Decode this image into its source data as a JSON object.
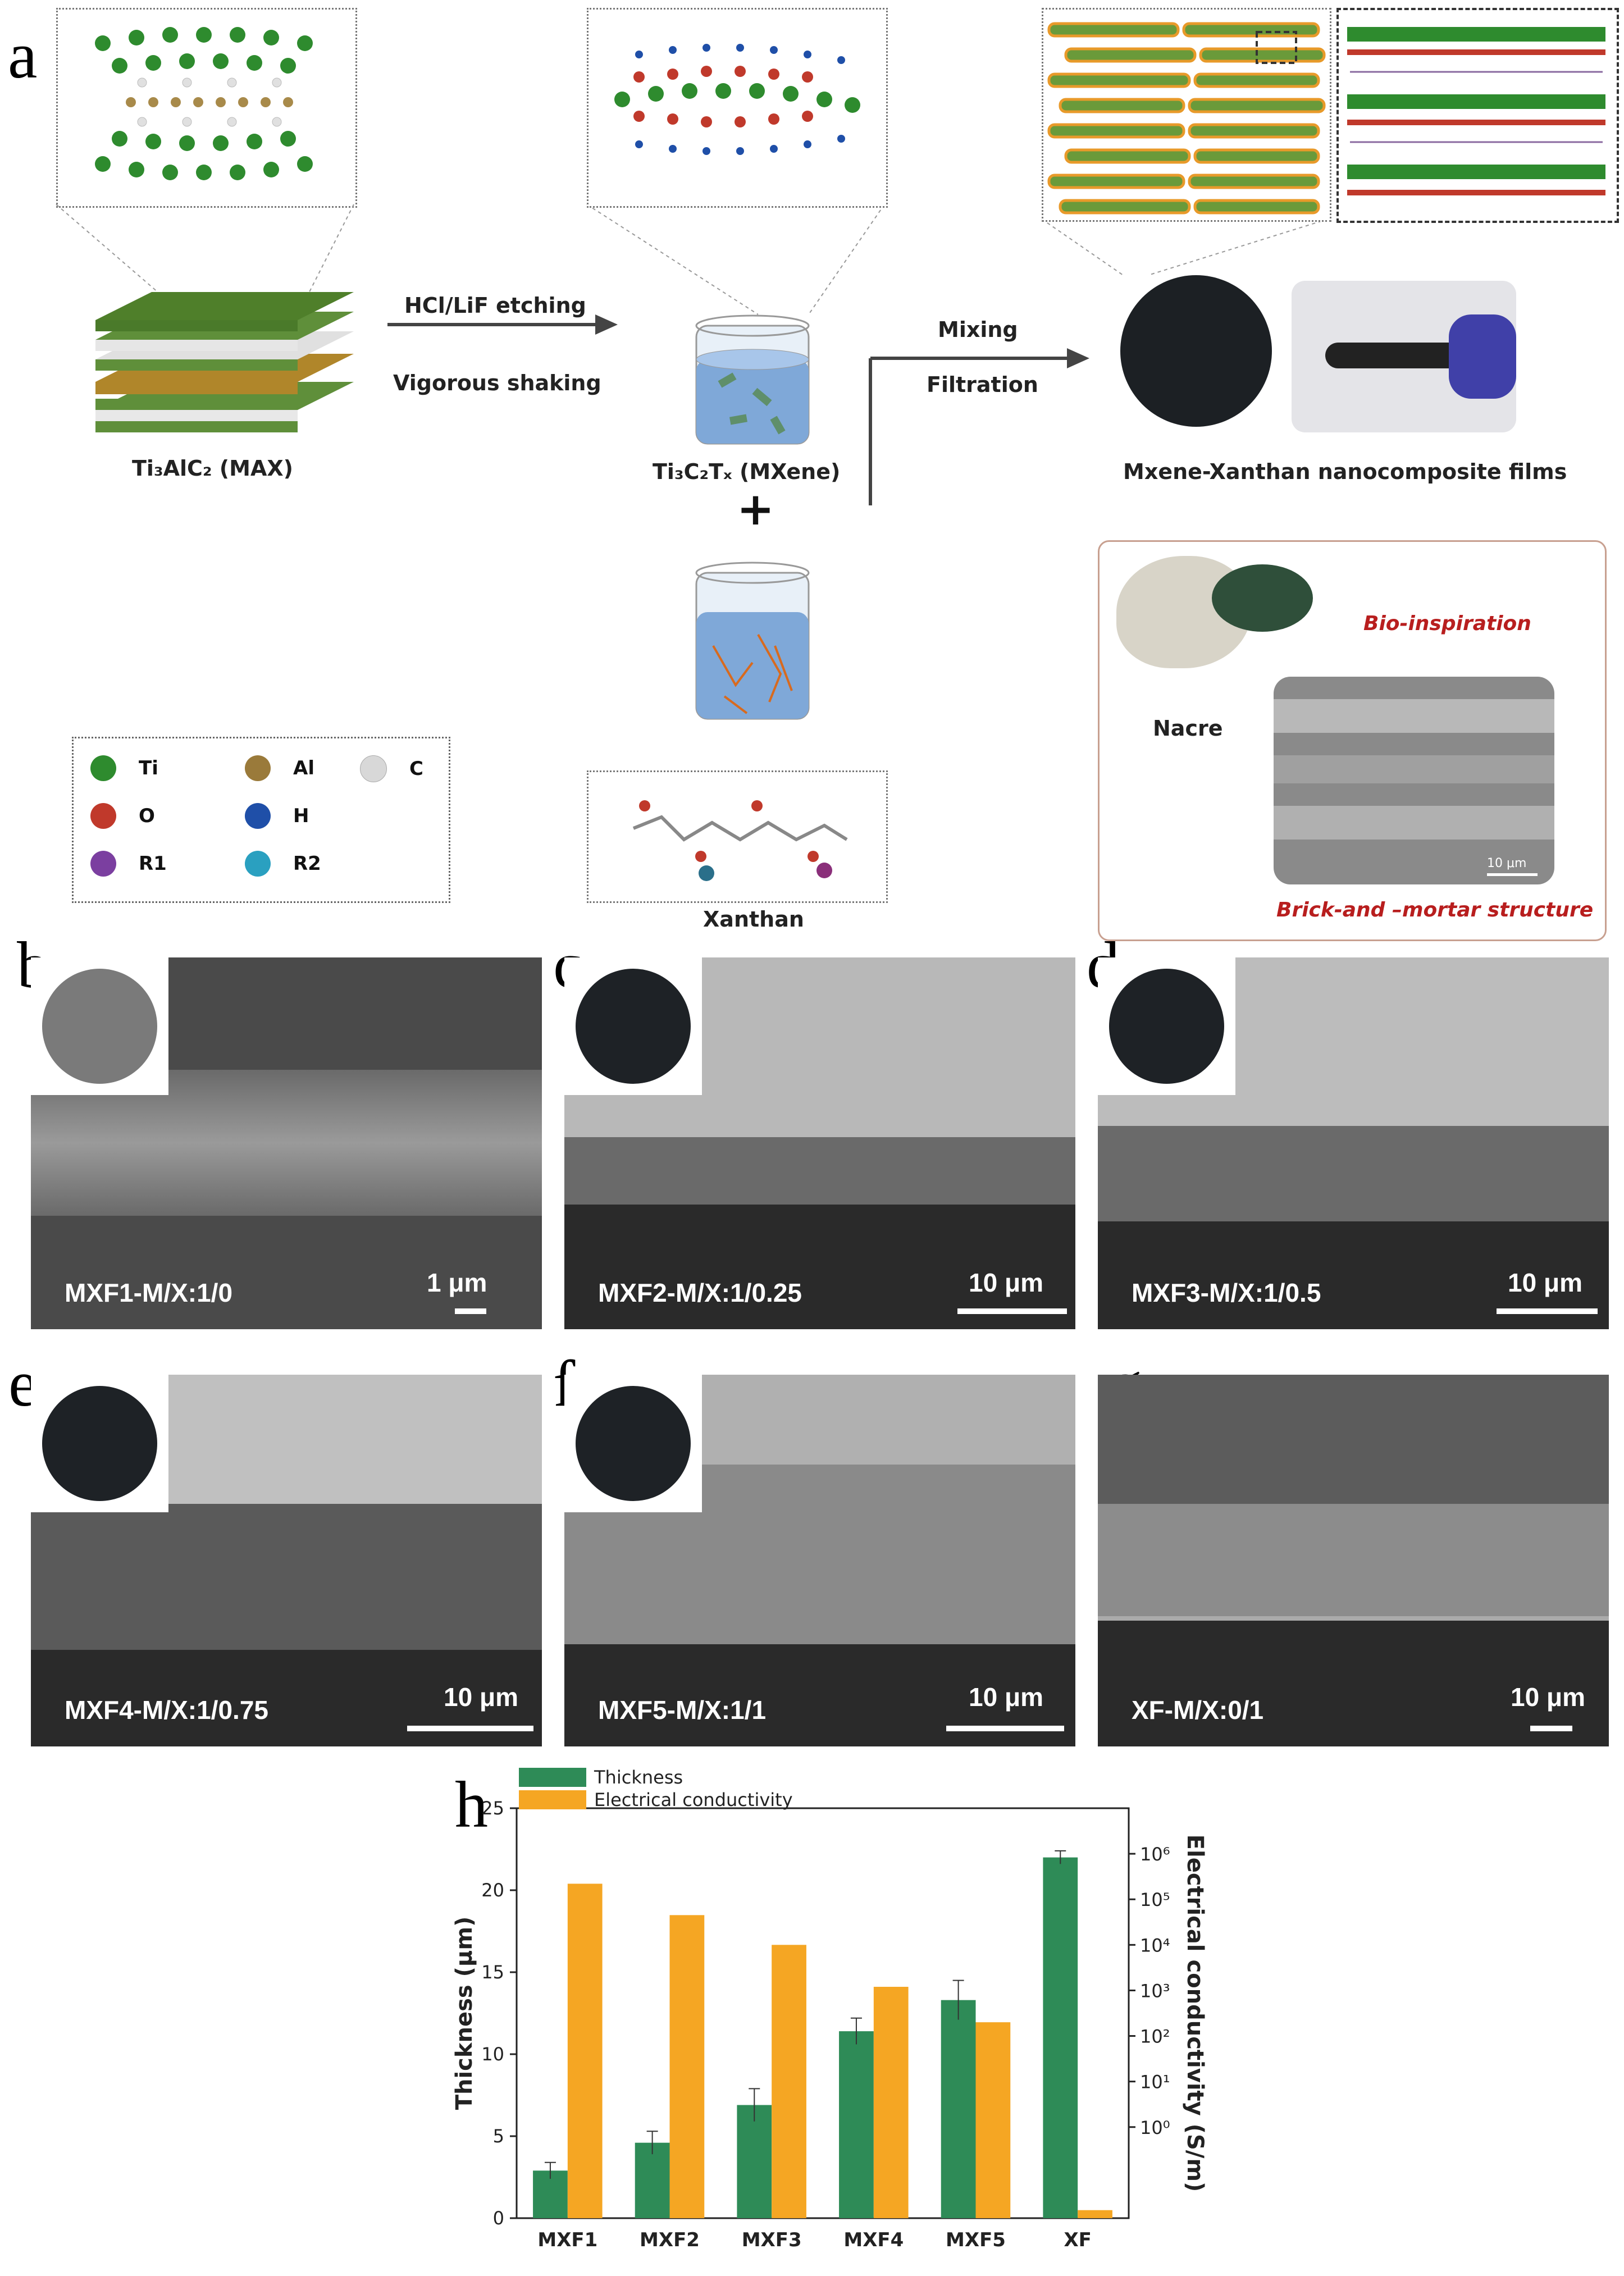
{
  "panel_labels": {
    "a": "a",
    "b": "b",
    "c": "c",
    "d": "d",
    "e": "e",
    "f": "f",
    "g": "g",
    "h": "h"
  },
  "panel_a": {
    "max_label": "Ti₃AlC₂ (MAX)",
    "step1_top": "HCl/LiF etching",
    "step1_bottom": "Vigorous shaking",
    "mxene_label": "Ti₃C₂Tₓ (MXene)",
    "plus": "+",
    "xanthan_label": "Xanthan",
    "step2_top": "Mixing",
    "step2_bottom": "Filtration",
    "film_label": "Mxene-Xanthan nanocomposite films",
    "nacre_label": "Nacre",
    "bio_label": "Bio-inspiration",
    "brick_label": "Brick-and –mortar structure",
    "nacre_scale": "10 μm",
    "legend": [
      {
        "symbol": "Ti",
        "color": "#2e8b2e"
      },
      {
        "symbol": "Al",
        "color": "#9a7a3a"
      },
      {
        "symbol": "C",
        "color": "#d8d8d8"
      },
      {
        "symbol": "O",
        "color": "#c0392b"
      },
      {
        "symbol": "H",
        "color": "#1f4fa8"
      },
      {
        "symbol": "R1",
        "color": "#7b3fa0"
      },
      {
        "symbol": "R2",
        "color": "#2aa0c0"
      }
    ]
  },
  "sem_panels": [
    {
      "id": "b",
      "caption": "MXF1-M/X:1/0",
      "scale": "1 μm"
    },
    {
      "id": "c",
      "caption": "MXF2-M/X:1/0.25",
      "scale": "10 μm"
    },
    {
      "id": "d",
      "caption": "MXF3-M/X:1/0.5",
      "scale": "10 μm"
    },
    {
      "id": "e",
      "caption": "MXF4-M/X:1/0.75",
      "scale": "10 μm"
    },
    {
      "id": "f",
      "caption": "MXF5-M/X:1/1",
      "scale": "10 μm"
    },
    {
      "id": "g",
      "caption": "XF-M/X:0/1",
      "scale": "10 μm"
    }
  ],
  "colors": {
    "thickness": "#2e8b57",
    "conductivity": "#f5a623"
  },
  "chart_data": {
    "type": "bar",
    "categories": [
      "MXF1",
      "MXF2",
      "MXF3",
      "MXF4",
      "MXF5",
      "XF"
    ],
    "series": [
      {
        "name": "Thickness",
        "axis": "left",
        "values": [
          2.9,
          4.6,
          6.9,
          11.4,
          13.3,
          22.0
        ],
        "errors": [
          0.5,
          0.7,
          1.0,
          0.8,
          1.2,
          0.4
        ]
      },
      {
        "name": "Electrical conductivity",
        "axis": "right",
        "values": [
          220000,
          45000,
          10000,
          1200,
          200,
          0.015
        ]
      }
    ],
    "ylabel": "Thickness (μm)",
    "ylim": [
      0,
      25
    ],
    "yticks": [
      0,
      5,
      10,
      15,
      20,
      25
    ],
    "ylabel_right": "Electrical conductivity (S/m)",
    "ylim_right": [
      0.01,
      10000000
    ],
    "yscale_right": "log",
    "yticks_right": [
      "10⁰",
      "10¹",
      "10²",
      "10³",
      "10⁴",
      "10⁵",
      "10⁶"
    ],
    "legend_position": "top-left"
  }
}
